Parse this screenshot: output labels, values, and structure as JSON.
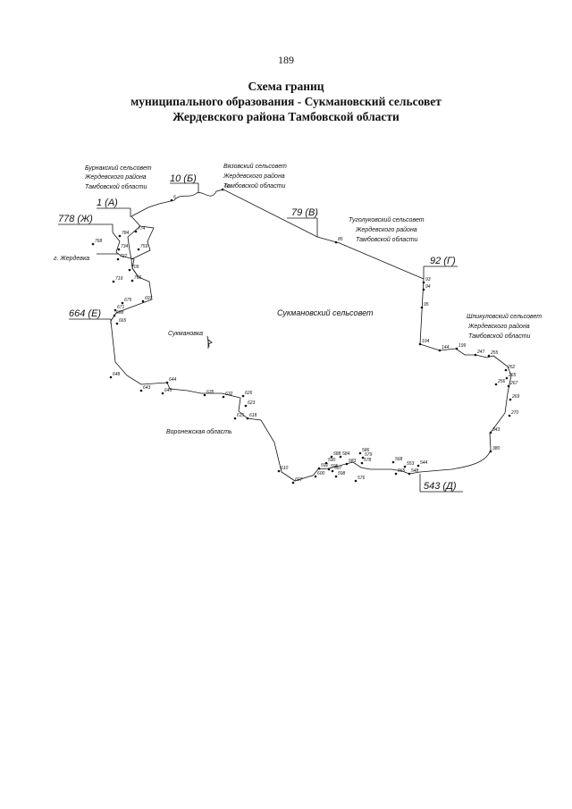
{
  "page": {
    "number": "189"
  },
  "title": {
    "line1": "Схема границ",
    "line2": "муниципального образования - Сукмановский сельсовет",
    "line3": "Жердевского района Тамбовской области"
  },
  "map": {
    "neighbors": {
      "burnaksky": [
        "Бурнакский сельсовет",
        "Жердевского района",
        "Тамбовской области"
      ],
      "vyazovsky": [
        "Вязовский сельсовет",
        "Жердевского района",
        "Тамбовской области"
      ],
      "tugolukovsky": [
        "Туголуковский сельсовет",
        "Жердевского района",
        "Тамбовской области"
      ],
      "shpikulovsky": [
        "Шпикуловский сельсовет",
        "Жердевского района",
        "Тамбовской области"
      ],
      "zherdevka": "г. Жердевка",
      "voronezh": "Воронежская область"
    },
    "center_label": "Сукмановский сельсовет",
    "village_label": "Сукмановка",
    "key_points": {
      "a": "1 (А)",
      "b": "10 (Б)",
      "v": "79 (В)",
      "g": "92 (Г)",
      "d": "543 (Д)",
      "e": "664 (Е)",
      "zh": "778 (Ж)"
    },
    "vertices": [
      {
        "id": "v6",
        "label": "6"
      },
      {
        "id": "v66",
        "label": "66"
      },
      {
        "id": "v85",
        "label": "85"
      },
      {
        "id": "v93",
        "label": "93"
      },
      {
        "id": "v94",
        "label": "94"
      },
      {
        "id": "v95",
        "label": "95"
      },
      {
        "id": "v104",
        "label": "104"
      },
      {
        "id": "v144",
        "label": "144"
      },
      {
        "id": "v199",
        "label": "199"
      },
      {
        "id": "v247",
        "label": "247"
      },
      {
        "id": "v255",
        "label": "255"
      },
      {
        "id": "v252",
        "label": "252"
      },
      {
        "id": "v265",
        "label": "265"
      },
      {
        "id": "v256",
        "label": "256"
      },
      {
        "id": "v267",
        "label": "267"
      },
      {
        "id": "v269",
        "label": "269"
      },
      {
        "id": "v270",
        "label": "270"
      },
      {
        "id": "v343",
        "label": "343"
      },
      {
        "id": "v380",
        "label": "380"
      },
      {
        "id": "v544",
        "label": "544"
      },
      {
        "id": "v553",
        "label": "553"
      },
      {
        "id": "v548",
        "label": "548"
      },
      {
        "id": "v568",
        "label": "568"
      },
      {
        "id": "v565",
        "label": "565"
      },
      {
        "id": "v576",
        "label": "576"
      },
      {
        "id": "v578",
        "label": "578"
      },
      {
        "id": "v579",
        "label": "579"
      },
      {
        "id": "v586",
        "label": "586"
      },
      {
        "id": "v588",
        "label": "588"
      },
      {
        "id": "v584",
        "label": "584"
      },
      {
        "id": "v583",
        "label": "583"
      },
      {
        "id": "v590",
        "label": "590"
      },
      {
        "id": "v592",
        "label": "592"
      },
      {
        "id": "v595",
        "label": "595"
      },
      {
        "id": "v597",
        "label": "597"
      },
      {
        "id": "v598",
        "label": "598"
      },
      {
        "id": "v600",
        "label": "600"
      },
      {
        "id": "v607",
        "label": "607"
      },
      {
        "id": "v610",
        "label": "610"
      },
      {
        "id": "v615",
        "label": "615"
      },
      {
        "id": "v618",
        "label": "618"
      },
      {
        "id": "v623",
        "label": "623"
      },
      {
        "id": "v626",
        "label": "626"
      },
      {
        "id": "v632",
        "label": "632"
      },
      {
        "id": "v635",
        "label": "635"
      },
      {
        "id": "v643",
        "label": "643"
      },
      {
        "id": "v644",
        "label": "644"
      },
      {
        "id": "v645",
        "label": "645"
      },
      {
        "id": "v648",
        "label": "648"
      },
      {
        "id": "v665",
        "label": "665"
      },
      {
        "id": "v668",
        "label": "668"
      },
      {
        "id": "v671",
        "label": "671"
      },
      {
        "id": "v675",
        "label": "675"
      },
      {
        "id": "v697",
        "label": "697"
      },
      {
        "id": "v719",
        "label": "719"
      },
      {
        "id": "v709",
        "label": "709"
      },
      {
        "id": "v765",
        "label": "765"
      },
      {
        "id": "v727",
        "label": "727"
      },
      {
        "id": "v734",
        "label": "734"
      },
      {
        "id": "v759",
        "label": "759"
      },
      {
        "id": "v768",
        "label": "768"
      },
      {
        "id": "v774",
        "label": "774"
      },
      {
        "id": "v784",
        "label": "784"
      }
    ]
  }
}
